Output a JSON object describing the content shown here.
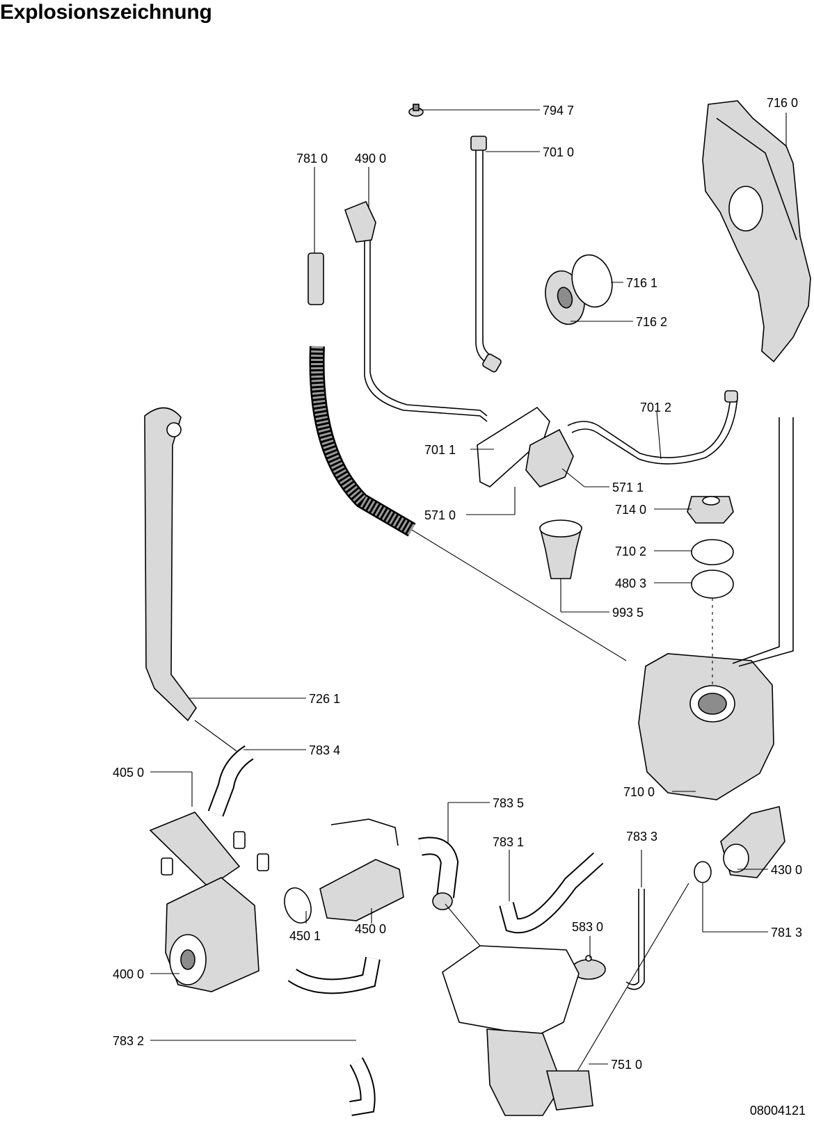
{
  "title": "Explosionszeichnung",
  "document_number": "08004121",
  "callouts": [
    {
      "id": "c7947",
      "label": "794 7",
      "part": "small-clip"
    },
    {
      "id": "c7010",
      "label": "701 0",
      "part": "water-inlet-hose"
    },
    {
      "id": "c7810",
      "label": "781 0",
      "part": "hose-connector"
    },
    {
      "id": "c4900",
      "label": "490 0",
      "part": "mains-plug"
    },
    {
      "id": "c7160",
      "label": "716 0",
      "part": "side-frame"
    },
    {
      "id": "c7161",
      "label": "716 1",
      "part": "sealing-ring"
    },
    {
      "id": "c7162",
      "label": "716 2",
      "part": "filter-disc"
    },
    {
      "id": "c7012",
      "label": "701 2",
      "part": "hose"
    },
    {
      "id": "c7011",
      "label": "701 1",
      "part": "valve-bracket"
    },
    {
      "id": "c5711",
      "label": "571 1",
      "part": "inlet-valve"
    },
    {
      "id": "c5710",
      "label": "571 0",
      "part": "valve-connector"
    },
    {
      "id": "c7140",
      "label": "714 0",
      "part": "salt-cap"
    },
    {
      "id": "c7102",
      "label": "710 2",
      "part": "threaded-ring"
    },
    {
      "id": "c4803",
      "label": "480 3",
      "part": "gasket"
    },
    {
      "id": "c9935",
      "label": "993 5",
      "part": "funnel"
    },
    {
      "id": "c7261",
      "label": "726 1",
      "part": "drain-pipe"
    },
    {
      "id": "c7834",
      "label": "783 4",
      "part": "hose-elbow"
    },
    {
      "id": "c4050",
      "label": "405 0",
      "part": "pump-mount"
    },
    {
      "id": "c7100",
      "label": "710 0",
      "part": "water-softener"
    },
    {
      "id": "c7835",
      "label": "783 5",
      "part": "hose-bend"
    },
    {
      "id": "c7831",
      "label": "783 1",
      "part": "sump-hose"
    },
    {
      "id": "c7833",
      "label": "783 3",
      "part": "thin-hose"
    },
    {
      "id": "c4300",
      "label": "430 0",
      "part": "drain-pump"
    },
    {
      "id": "c7813",
      "label": "781 3",
      "part": "pump-seal"
    },
    {
      "id": "c5830",
      "label": "583 0",
      "part": "pressure-switch"
    },
    {
      "id": "c4501",
      "label": "450 1",
      "part": "heater-seal"
    },
    {
      "id": "c4500",
      "label": "450 0",
      "part": "heater"
    },
    {
      "id": "c4000",
      "label": "400 0",
      "part": "circulation-pump"
    },
    {
      "id": "c7832",
      "label": "783 2",
      "part": "small-elbow"
    },
    {
      "id": "c7510",
      "label": "751 0",
      "part": "sump"
    }
  ]
}
